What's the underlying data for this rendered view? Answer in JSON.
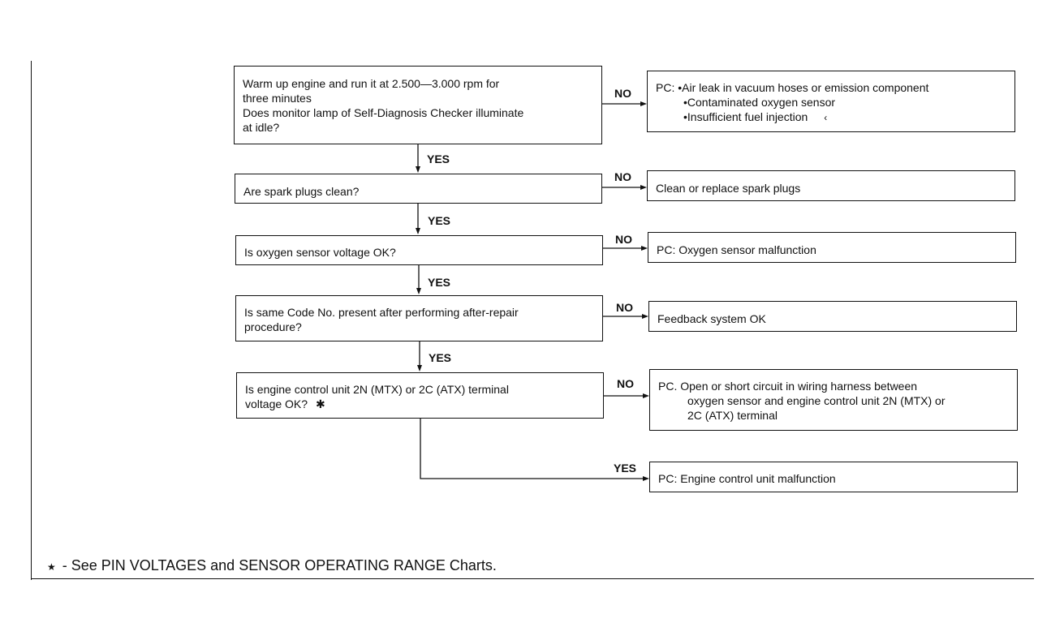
{
  "decisions": [
    {
      "lines": [
        "Warm up engine and run it at 2.500—3.000 rpm for",
        "three minutes",
        "Does monitor lamp of Self-Diagnosis Checker illuminate",
        "at idle?"
      ]
    },
    {
      "lines": [
        "Are spark plugs clean?"
      ]
    },
    {
      "lines": [
        "Is oxygen sensor voltage OK?"
      ]
    },
    {
      "lines": [
        "Is same Code No. present after performing after-repair",
        "procedure?"
      ]
    },
    {
      "lines": [
        "Is engine control unit 2N (MTX) or 2C (ATX) terminal",
        "voltage OK?"
      ],
      "mark": "✱"
    }
  ],
  "outcomes": [
    {
      "prefix": "PC:",
      "items": [
        "•Air leak in vacuum hoses or emission component",
        "•Contaminated oxygen sensor",
        "•Insufficient fuel injection"
      ],
      "mark": "‹"
    },
    {
      "lines": [
        "Clean or replace spark plugs"
      ]
    },
    {
      "lines": [
        "PC: Oxygen sensor malfunction"
      ]
    },
    {
      "lines": [
        "Feedback system OK"
      ]
    },
    {
      "lines": [
        "PC. Open or short circuit in wiring harness between"
      ],
      "cont": [
        "oxygen sensor and engine control unit 2N (MTX) or",
        "2C (ATX) terminal"
      ]
    },
    {
      "lines": [
        "PC: Engine control unit malfunction"
      ]
    }
  ],
  "labels": {
    "yes": "YES",
    "no": "NO"
  },
  "footnote": {
    "symbol": "★",
    "text": "- See PIN VOLTAGES and SENSOR OPERATING RANGE Charts."
  }
}
